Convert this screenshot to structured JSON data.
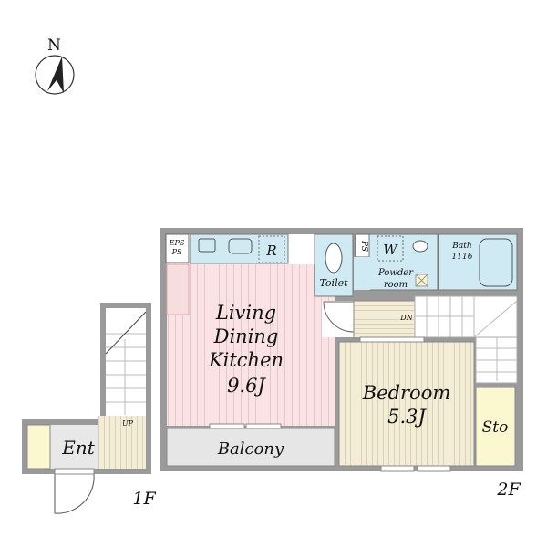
{
  "compass": {
    "label": "N"
  },
  "floors": {
    "first": "1F",
    "second": "2F"
  },
  "rooms": {
    "ldk": {
      "line1": "Living",
      "line2": "Dining",
      "line3": "Kitchen",
      "size": "9.6J"
    },
    "bedroom": {
      "name": "Bedroom",
      "size": "5.3J"
    },
    "balcony": "Balcony",
    "storage": "Sto",
    "toilet": "Toilet",
    "powder": {
      "line1": "Powder",
      "line2": "room"
    },
    "bath": {
      "name": "Bath",
      "size": "1116"
    },
    "eps": {
      "line1": "EPS",
      "line2": "PS"
    },
    "ps": "PS",
    "washer": "W",
    "fridge": "R",
    "entrance": "Ent",
    "stairs_up": "UP",
    "stairs_down": "DN"
  },
  "colors": {
    "wall": "#9a9a9a",
    "ldk": "#f7dede",
    "wet": "#cfeaf2",
    "wood": "#f3ecd6",
    "storage": "#fbf7cf",
    "balcony": "#e6e6e6"
  }
}
